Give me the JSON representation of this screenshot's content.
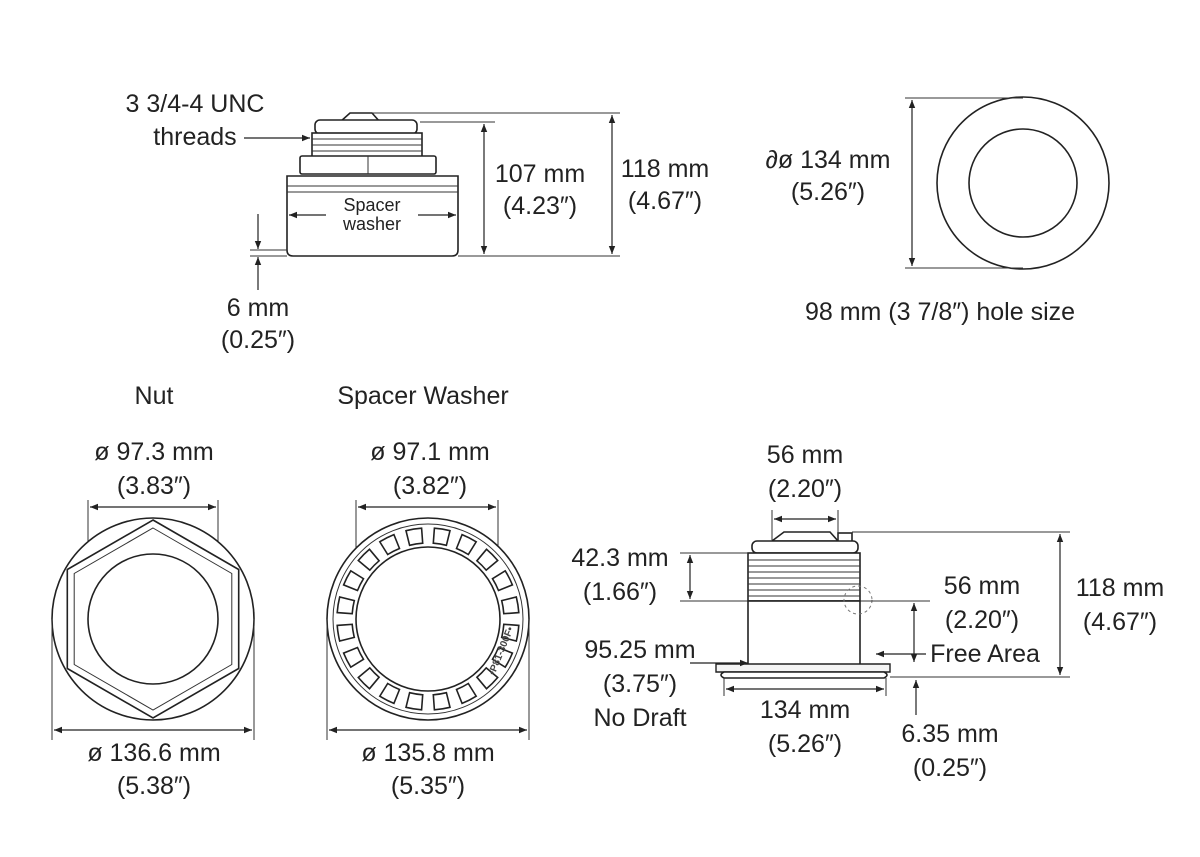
{
  "side_view": {
    "thread_label_1": "3 3/4-4 UNC",
    "thread_label_2": "threads",
    "spacer_label_1": "Spacer",
    "spacer_label_2": "washer",
    "dim_107_mm": "107 mm",
    "dim_107_in": "(4.23″)",
    "dim_118_mm": "118 mm",
    "dim_118_in": "(4.67″)",
    "dim_6_mm": "6 mm",
    "dim_6_in": "(0.25″)"
  },
  "top_view": {
    "diameter_mm": "∂ø 134 mm",
    "diameter_in": "(5.26″)",
    "hole_size": "98 mm (3 7/8″) hole size"
  },
  "nut": {
    "title": "Nut",
    "inner_mm": "ø 97.3 mm",
    "inner_in": "(3.83″)",
    "outer_mm": "ø 136.6 mm",
    "outer_in": "(5.38″)"
  },
  "spacer_washer": {
    "title": "Spacer Washer",
    "inner_mm": "ø 97.1 mm",
    "inner_in": "(3.82″)",
    "outer_mm": "ø 135.8 mm",
    "outer_in": "(5.35″)",
    "stamp": "•P81-300F•"
  },
  "installed_view": {
    "top_mm": "56 mm",
    "top_in": "(2.20″)",
    "thread_mm": "42.3 mm",
    "thread_in": "(1.66″)",
    "free_mm": "56 mm",
    "free_in": "(2.20″)",
    "free_label": "Free Area",
    "height_mm": "118 mm",
    "height_in": "(4.67″)",
    "nodraft_mm": "95.25 mm",
    "nodraft_in": "(3.75″)",
    "nodraft_label": "No Draft",
    "base_mm": "134 mm",
    "base_in": "(5.26″)",
    "flange_mm": "6.35 mm",
    "flange_in": "(0.25″)"
  }
}
